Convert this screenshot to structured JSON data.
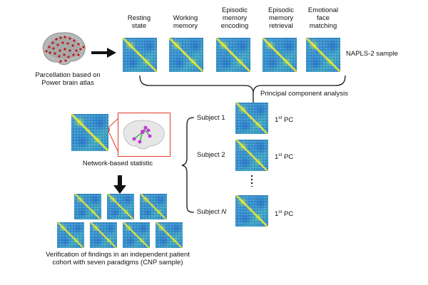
{
  "top": {
    "parcellation_line1": "Parcellation based on",
    "parcellation_line2": "Power brain atlas",
    "paradigms": [
      {
        "line1": "Resting",
        "line2": "state",
        "line3": ""
      },
      {
        "line1": "Working",
        "line2": "memory",
        "line3": ""
      },
      {
        "line1": "Episodic",
        "line2": "memory",
        "line3": "encoding"
      },
      {
        "line1": "Episodic",
        "line2": "memory",
        "line3": "retrieval"
      },
      {
        "line1": "Emotional",
        "line2": "face",
        "line3": "matching"
      }
    ],
    "sample_label": "NAPLS-2 sample",
    "pca_label": "Principal component analysis"
  },
  "subjects": [
    {
      "label": "Subject 1",
      "pc_num": "1",
      "pc_sup": "st",
      "pc_text": " PC"
    },
    {
      "label": "Subject 2",
      "pc_num": "1",
      "pc_sup": "st",
      "pc_text": " PC"
    },
    {
      "label_prefix": "Subject ",
      "label_italic": "N",
      "pc_num": "1",
      "pc_sup": "st",
      "pc_text": " PC"
    }
  ],
  "nbs_label": "Network-based statistic",
  "verification": {
    "line1": "Verification of findings in an independent patient",
    "line2": "cohort with seven paradigms (CNP sample)"
  },
  "colors": {
    "highlight_red": "#e23a2a",
    "arrow": "#111111",
    "node_magenta": "#c23ad8",
    "edge_green": "#2aa84a"
  }
}
